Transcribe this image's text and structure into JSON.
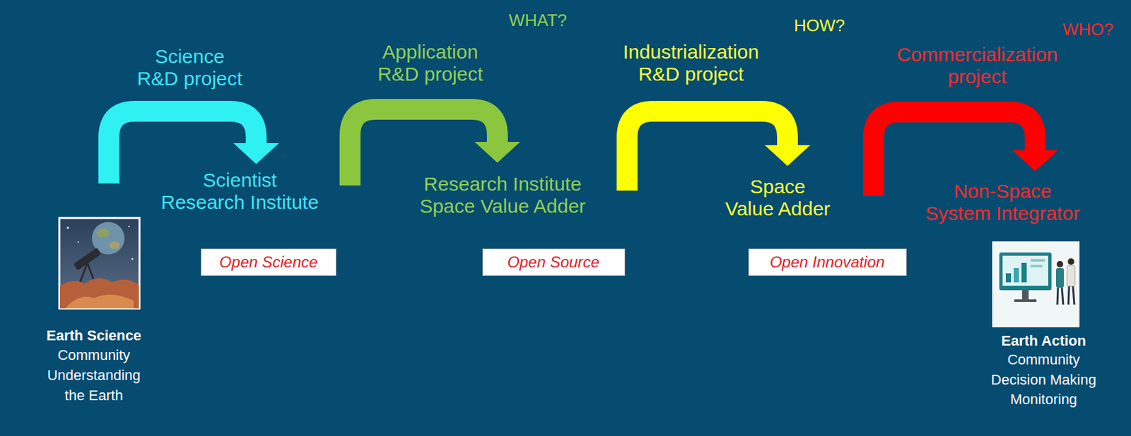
{
  "diagram": {
    "nodes": [
      {
        "text": [
          "Earth Science",
          "Community Understanding the Earth"
        ]
      },
      {
        "text": [
          "Open Science"
        ]
      },
      {
        "text": [
          "Open Source"
        ]
      },
      {
        "text": [
          "Open Innovation"
        ]
      },
      {
        "text": [
          "Earth Action",
          "Community Decision Making Monitoring"
        ]
      }
    ],
    "labels": [
      "Science R&D project",
      "WHAT?",
      "Application R&D project",
      "HOW?",
      "Industrialization R&D project",
      "WHO?",
      "Commercialization project",
      "Scientist Research Institute",
      "Research Institute Space Value Adder",
      "Space Value Adder",
      "Non-Space System Integrator"
    ]
  }
}
